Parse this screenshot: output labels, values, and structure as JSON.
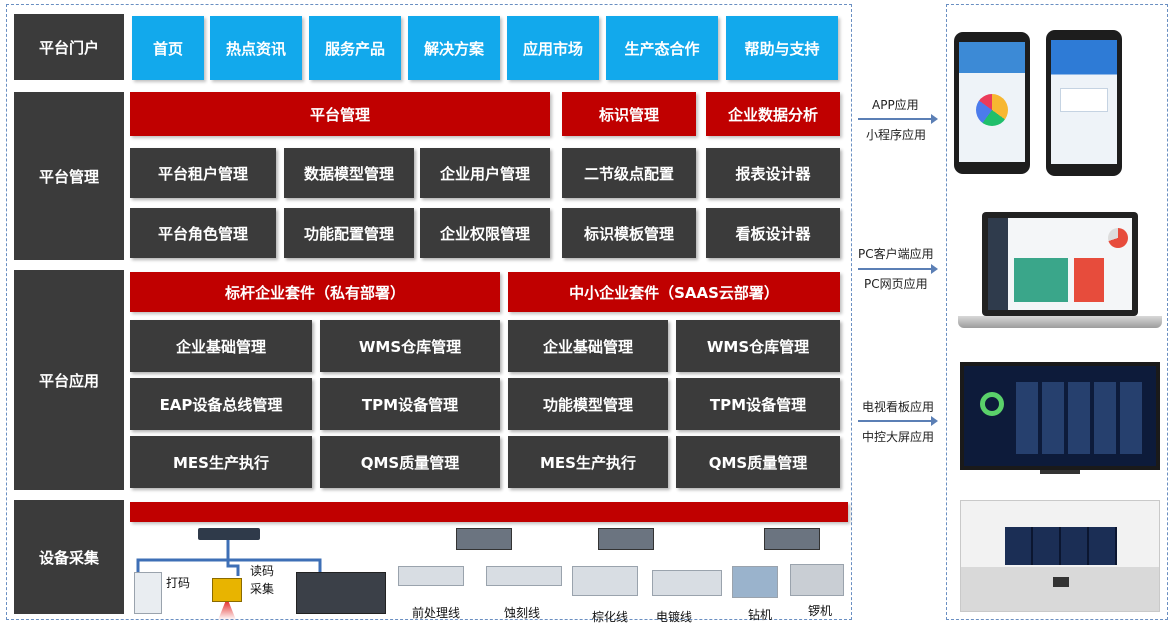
{
  "layers": {
    "portal": "平台门户",
    "management": "平台管理",
    "application": "平台应用",
    "collection": "设备采集"
  },
  "portal_tabs": [
    "首页",
    "热点资讯",
    "服务产品",
    "解决方案",
    "应用市场",
    "生产态合作",
    "帮助与支持"
  ],
  "management": {
    "headers": [
      "平台管理",
      "标识管理",
      "企业数据分析"
    ],
    "row1": [
      "平台租户管理",
      "数据模型管理",
      "企业用户管理",
      "二节级点配置",
      "报表设计器"
    ],
    "row2": [
      "平台角色管理",
      "功能配置管理",
      "企业权限管理",
      "标识模板管理",
      "看板设计器"
    ]
  },
  "application": {
    "private_suite": "标杆企业套件（私有部署）",
    "saas_suite": "中小企业套件（SAAS云部署）",
    "private_modules": [
      "企业基础管理",
      "WMS仓库管理",
      "EAP设备总线管理",
      "TPM设备管理",
      "MES生产执行",
      "QMS质量管理"
    ],
    "saas_modules": [
      "企业基础管理",
      "WMS仓库管理",
      "功能模型管理",
      "TPM设备管理",
      "MES生产执行",
      "QMS质量管理"
    ]
  },
  "equipment": {
    "print": "打码",
    "read": "读码",
    "collect": "采集",
    "lines": [
      "前处理线",
      "蚀刻线",
      "棕化线",
      "电镀线",
      "钻机",
      "锣机"
    ]
  },
  "terminals": {
    "mobile": [
      "APP应用",
      "小程序应用"
    ],
    "pc": [
      "PC客户端应用",
      "PC网页应用"
    ],
    "tv": [
      "电视看板应用",
      "中控大屏应用"
    ]
  },
  "colors": {
    "portal_blue": "#12a9ec",
    "header_red": "#c00000",
    "module_dark": "#3b3b3b"
  }
}
